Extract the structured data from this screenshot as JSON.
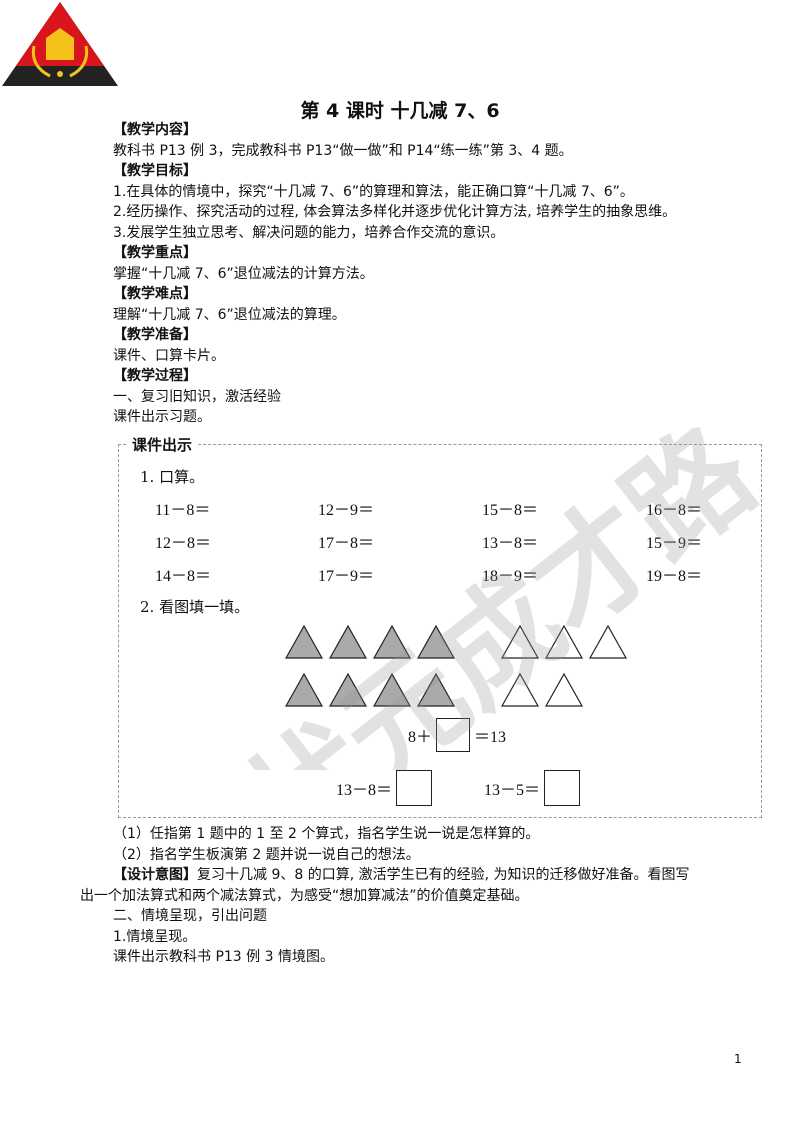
{
  "watermark": "状元成才路",
  "title": "第 4 课时 十几减 7、6",
  "lines": [
    {
      "text": "【教学内容】",
      "head": true
    },
    {
      "text": "教科书 P13 例 3，完成教科书 P13“做一做”和 P14“练一练”第 3、4 题。",
      "head": false
    },
    {
      "text": "【教学目标】",
      "head": true
    },
    {
      "text": "1.在具体的情境中，探究“十几减 7、6”的算理和算法，能正确口算“十几减 7、6”。",
      "head": false
    },
    {
      "text": "2.经历操作、探究活动的过程, 体会算法多样化并逐步优化计算方法, 培养学生的抽象思维。",
      "head": false
    },
    {
      "text": "3.发展学生独立思考、解决问题的能力，培养合作交流的意识。",
      "head": false
    },
    {
      "text": "【教学重点】",
      "head": true
    },
    {
      "text": "掌握“十几减 7、6”退位减法的计算方法。",
      "head": false
    },
    {
      "text": "【教学难点】",
      "head": true
    },
    {
      "text": "理解“十几减 7、6”退位减法的算理。",
      "head": false
    },
    {
      "text": "【教学准备】",
      "head": true
    },
    {
      "text": "课件、口算卡片。",
      "head": false
    },
    {
      "text": "【教学过程】",
      "head": true
    },
    {
      "text": "一、复习旧知识，激活经验",
      "head": false
    },
    {
      "text": "课件出示习题。",
      "head": false
    }
  ],
  "exercise": {
    "tag": "课件出示",
    "q1": "1. 口算。",
    "problems": [
      [
        "11－8＝",
        "12－9＝",
        "15－8＝",
        "16－8＝"
      ],
      [
        "12－8＝",
        "17－8＝",
        "13－8＝",
        "15－9＝"
      ],
      [
        "14－8＝",
        "17－9＝",
        "18－9＝",
        "19－8＝"
      ]
    ],
    "q2": "2. 看图填一填。",
    "eq1_left": "8＋",
    "eq1_right": "＝13",
    "eq2": "13－8＝",
    "eq3": "13－5＝"
  },
  "after_lines": [
    {
      "text": "（1）任指第 1 题中的 1 至 2 个算式，指名学生说一说是怎样算的。",
      "indent": true,
      "bold_prefix": ""
    },
    {
      "text": "（2）指名学生板演第 2 题并说一说自己的想法。",
      "indent": true,
      "bold_prefix": ""
    },
    {
      "text": "复习十几减 9、8 的口算, 激活学生已有的经验, 为知识的迁移做好准备。看图写",
      "indent": true,
      "bold_prefix": "【设计意图】"
    },
    {
      "text": "出一个加法算式和两个减法算式，为感受“想加算减法”的价值奠定基础。",
      "indent": false,
      "bold_prefix": ""
    },
    {
      "text": "二、情境呈现，引出问题",
      "indent": true,
      "bold_prefix": ""
    },
    {
      "text": "1.情境呈现。",
      "indent": true,
      "bold_prefix": ""
    },
    {
      "text": "课件出示教科书 P13 例 3 情境图。",
      "indent": true,
      "bold_prefix": ""
    }
  ],
  "page_number": "1"
}
